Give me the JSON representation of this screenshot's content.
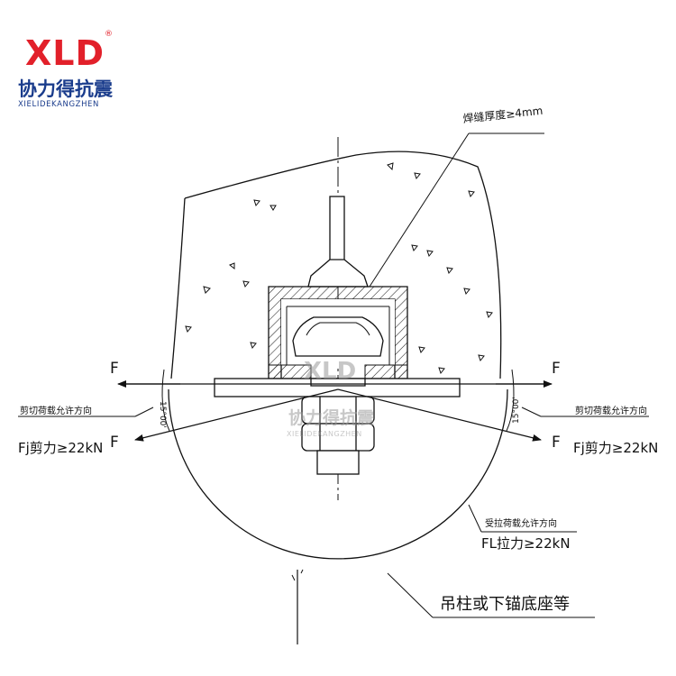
{
  "logo": {
    "mark": "XLD",
    "registered": "®",
    "name_cn": "协力得抗震",
    "name_en": "XIELIDEKANGZHEN",
    "colors": {
      "mark": "#e2202a",
      "text": "#1a3c8c"
    }
  },
  "watermark": {
    "mark": "XLD",
    "name_cn": "协力得抗震",
    "name_en": "XIELIDEKANGZHEN"
  },
  "labels": {
    "weld_thickness": "焊缝厚度≥4mm",
    "force_left_top": "F",
    "force_right_top": "F",
    "force_left_bottom": "F",
    "force_right_bottom": "F",
    "shear_direction_left": "剪切荷载允许方向",
    "shear_direction_right": "剪切荷载允许方向",
    "shear_value_left": "Fj剪力≥22kN",
    "shear_value_right": "Fj剪力≥22kN",
    "angle_left": "15°00'",
    "angle_right": "15°00'",
    "tension_direction": "受拉荷载允许方向",
    "tension_value": "FL拉力≥22kN",
    "base_caption": "吊柱或下锚底座等"
  }
}
